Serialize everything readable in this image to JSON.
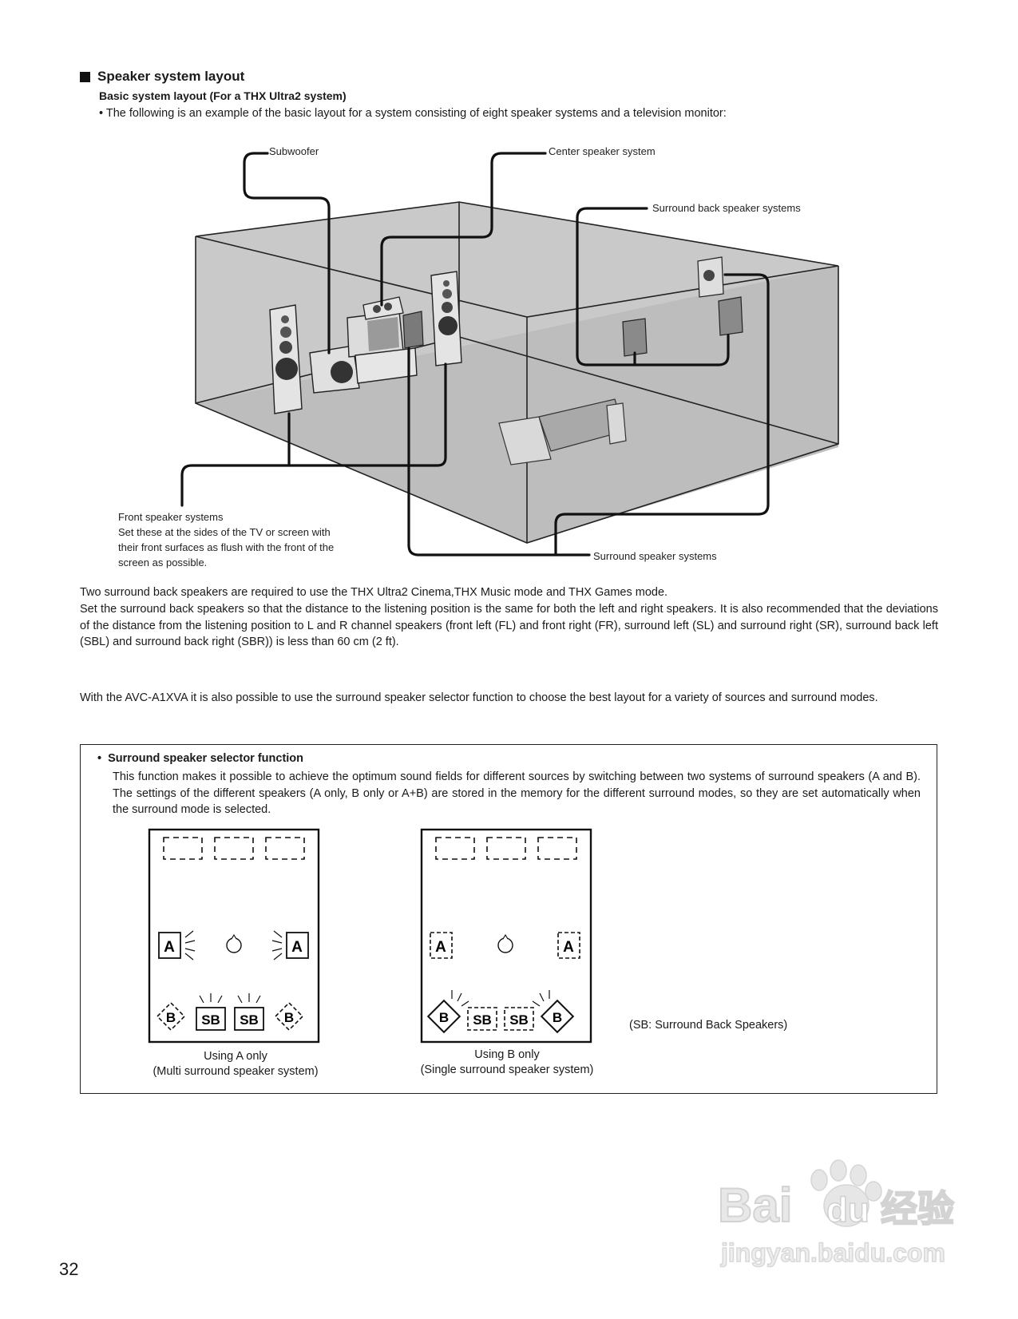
{
  "section": {
    "title": "Speaker system layout",
    "subtitle": "Basic system layout (For a THX Ultra2 system)",
    "intro": "• The following is an example of the basic layout for a system consisting of eight speaker systems and a television monitor:"
  },
  "diagram": {
    "labels": {
      "subwoofer": "Subwoofer",
      "center": "Center speaker system",
      "surround_back": "Surround back speaker systems",
      "front_1": "Front speaker systems",
      "front_2": "Set these at the sides of the TV or screen with",
      "front_3": "their front surfaces as flush with the front of the",
      "front_4": "screen as possible.",
      "surround": "Surround speaker systems"
    }
  },
  "paragraphs": {
    "p1": "Two surround back speakers are required to use the THX Ultra2 Cinema,THX Music mode and THX Games mode.",
    "p2": "Set the surround back speakers so that the distance to the listening position is the same for both the left and right speakers. It is also recommended that the deviations of the distance from the listening position to L and R channel speakers (front left (FL) and front right (FR), surround left (SL) and surround right (SR), surround back left (SBL) and surround back right (SBR)) is less than 60 cm (2 ft).",
    "p3": "With the AVC-A1XVA it is also possible to use the surround speaker selector function to choose the best layout for a variety of sources and surround modes."
  },
  "selector_box": {
    "bullet": "•",
    "title": "Surround speaker selector function",
    "text": "This function makes it possible to achieve the optimum sound fields for different sources by switching between two systems of surround speakers (A and B). The settings of the different speakers (A only, B only or A+B) are stored in the memory for the different surround modes, so they are set automatically when the surround mode is selected.",
    "left": {
      "caption_1": "Using A only",
      "caption_2": "(Multi surround speaker system)"
    },
    "right": {
      "caption_1": "Using B only",
      "caption_2": "(Single surround speaker system)"
    },
    "speaker_labels": {
      "a": "A",
      "b": "B",
      "sb": "SB"
    },
    "note": "(SB: Surround Back Speakers)"
  },
  "page_number": "32",
  "watermark": {
    "logo": "Bai du 经验",
    "url": "jingyan.baidu.com"
  }
}
